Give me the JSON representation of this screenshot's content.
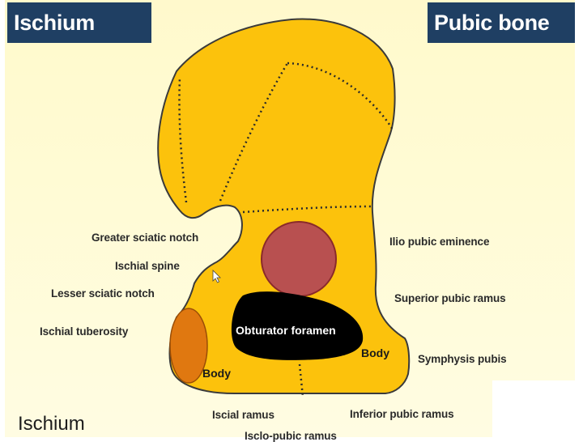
{
  "header": {
    "left_title": "Ischium",
    "right_title": "Pubic bone"
  },
  "footer": {
    "title": "Ischium",
    "cut_label": "Isclo-pubic ramus"
  },
  "labels": {
    "greater_sciatic_notch": "Greater sciatic notch",
    "ischial_spine": "Ischial spine",
    "lesser_sciatic_notch": "Lesser sciatic notch",
    "ischial_tuberosity": "Ischial tuberosity",
    "ilio_pubic_eminence": "Ilio pubic eminence",
    "superior_pubic_ramus": "Superior pubic ramus",
    "symphysis_pubis": "Symphysis pubis",
    "iscial_ramus": "Iscial ramus",
    "inferior_pubic_ramus": "Inferior pubic ramus",
    "obturator_foramen": "Obturator foramen",
    "body_ischium": "Body",
    "body_pubis": "Body"
  },
  "colors": {
    "title_bg": "#1f3f63",
    "bone": "#fcc20c",
    "bone_outline": "#3a3a3a",
    "acetabulum": "#b85050",
    "tuberosity": "#e07810",
    "foramen": "#000000"
  },
  "icons": {
    "cursor": "mouse-pointer-icon"
  }
}
